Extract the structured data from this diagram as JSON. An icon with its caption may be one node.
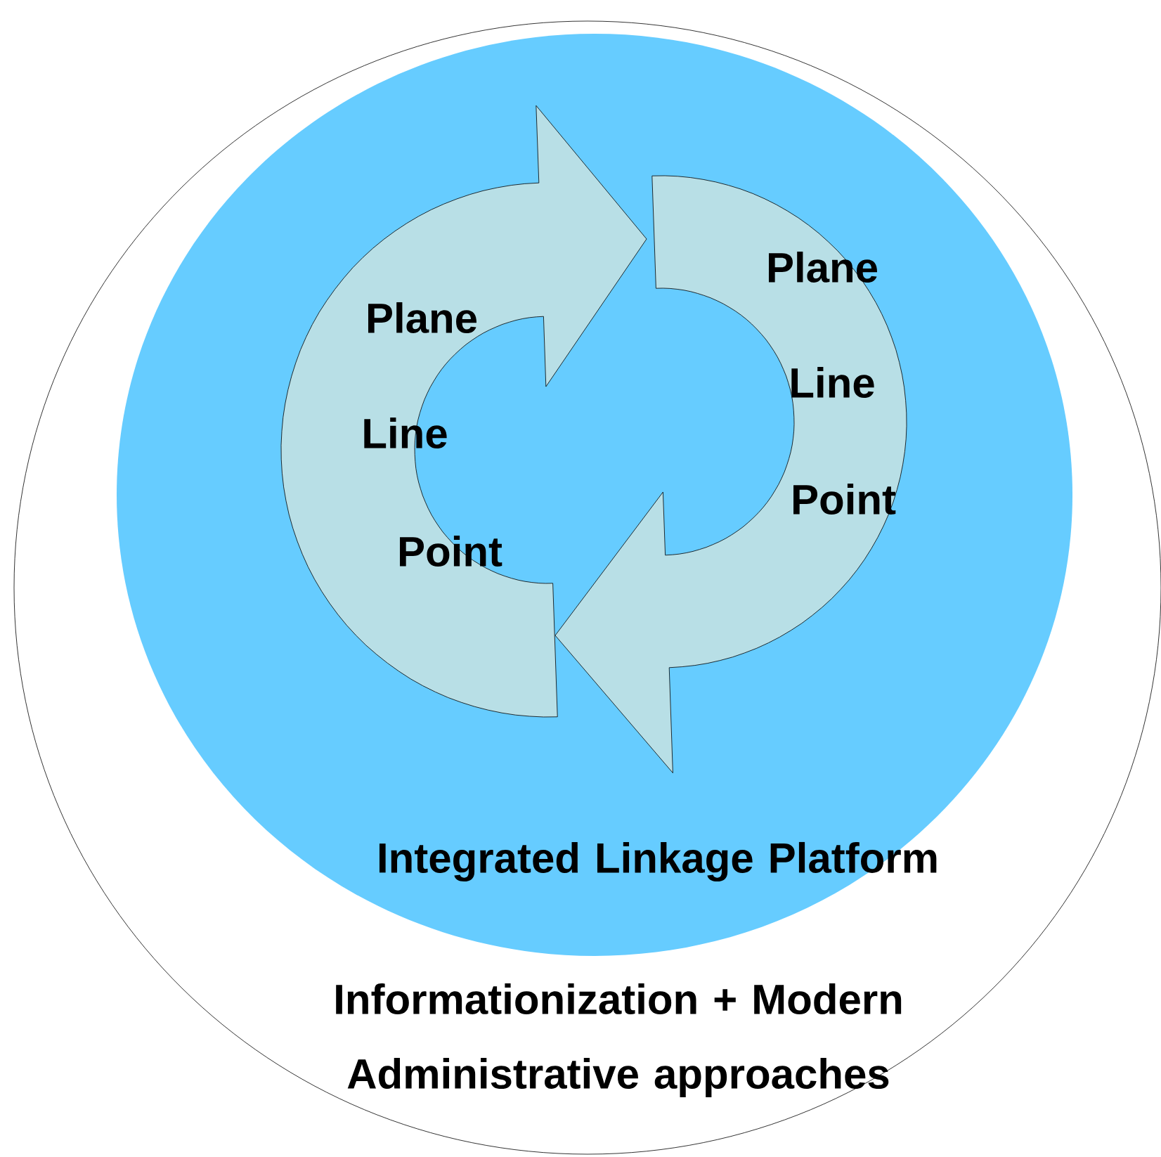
{
  "diagram": {
    "nodes": [
      {
        "text": [
          "Informationization + Modern Administrative approaches"
        ]
      },
      {
        "text": [
          "Integrated Linkage Platform"
        ],
        "in": 0
      },
      {
        "text": [
          "Plane",
          "Line",
          "Point"
        ],
        "in": 1
      },
      {
        "text": [
          "Plane",
          "Line",
          "Point"
        ],
        "in": 1
      }
    ]
  }
}
